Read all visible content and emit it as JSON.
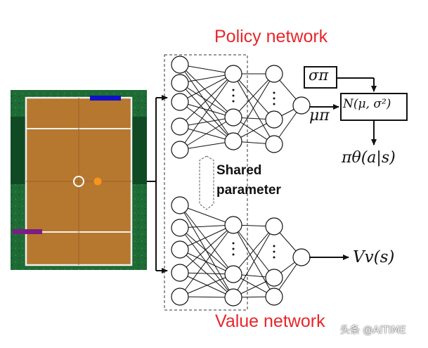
{
  "titles": {
    "policy": "Policy network",
    "value": "Value network"
  },
  "shared_label": {
    "line1": "Shared",
    "line2": "parameter"
  },
  "math": {
    "sigma": "σπ",
    "normal": "N(μ, σ²)",
    "mu": "μπ",
    "policy_output": "πθ(a|s)",
    "value_output": "Vv(s)"
  },
  "watermark": "头条 @AITIME",
  "colors": {
    "title_red": "#e8262a",
    "field_brown": "#b6772f",
    "grass_green": "#1e6b35",
    "goal_blue": "#1010c8",
    "goal_purple": "#7a1e82",
    "ball_orange": "#f7941d"
  }
}
